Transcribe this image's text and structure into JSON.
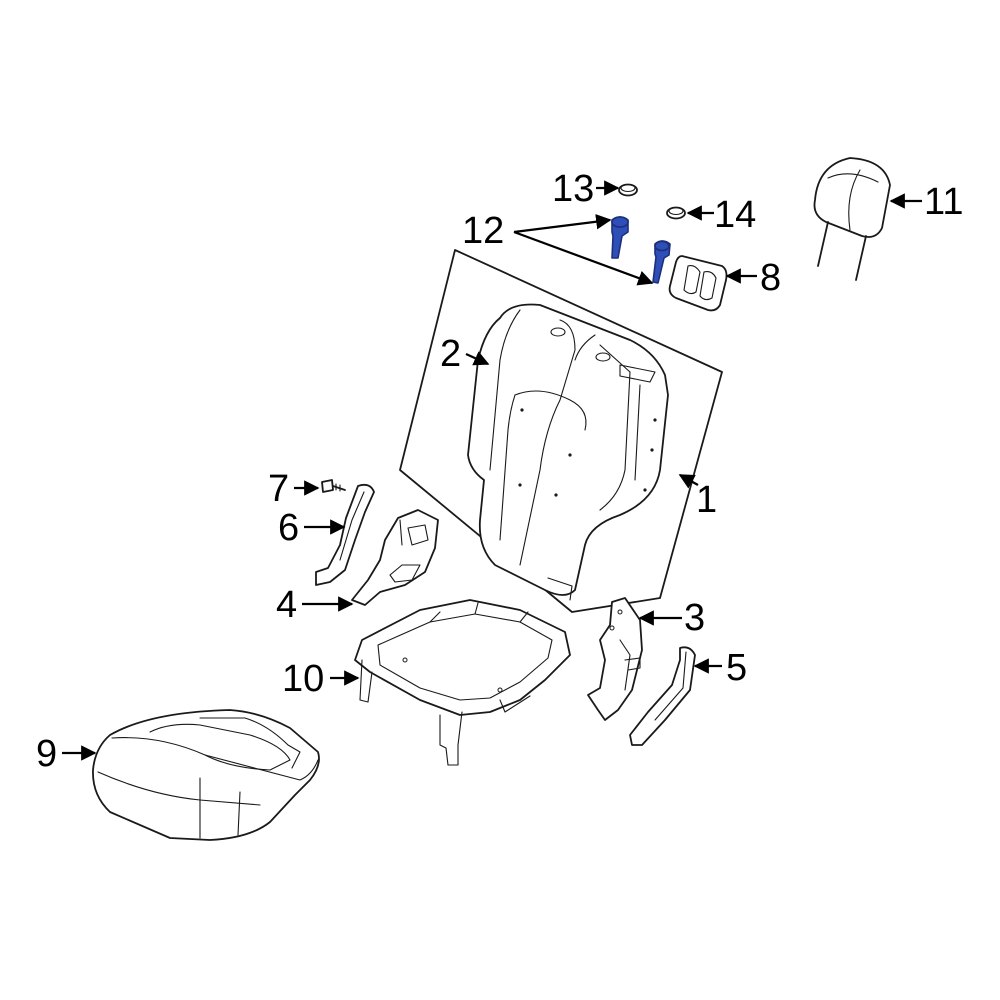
{
  "colors": {
    "highlight": "#2f4fb8",
    "highlight_stroke": "#1c2f7a",
    "line": "#1a1a1a",
    "background": "#ffffff"
  },
  "callouts": {
    "c1": "1",
    "c2": "2",
    "c3": "3",
    "c4": "4",
    "c5": "5",
    "c6": "6",
    "c7": "7",
    "c8": "8",
    "c9": "9",
    "c10": "10",
    "c11": "11",
    "c12": "12",
    "c13": "13",
    "c14": "14"
  }
}
